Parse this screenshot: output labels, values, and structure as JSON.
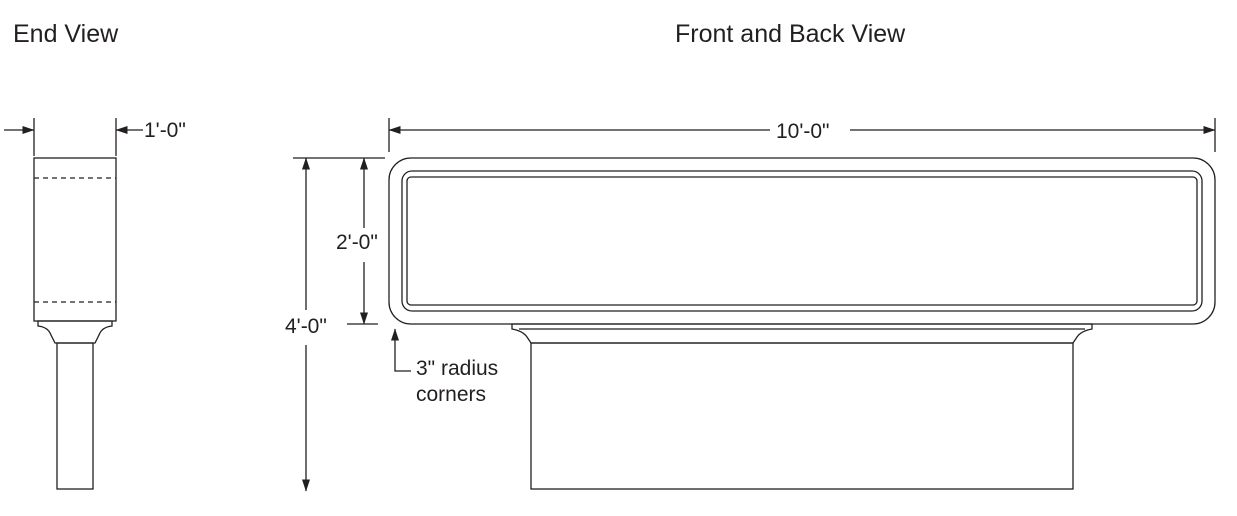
{
  "end_view": {
    "title": "End View",
    "width_label": "1'-0\""
  },
  "front_view": {
    "title": "Front and Back View",
    "length_label": "10'-0\"",
    "panel_height_label": "2'-0\"",
    "total_height_label": "4'-0\"",
    "corner_note": [
      "3\" radius",
      "corners"
    ]
  },
  "colors": {
    "line": "#231f20",
    "background": "#ffffff"
  }
}
